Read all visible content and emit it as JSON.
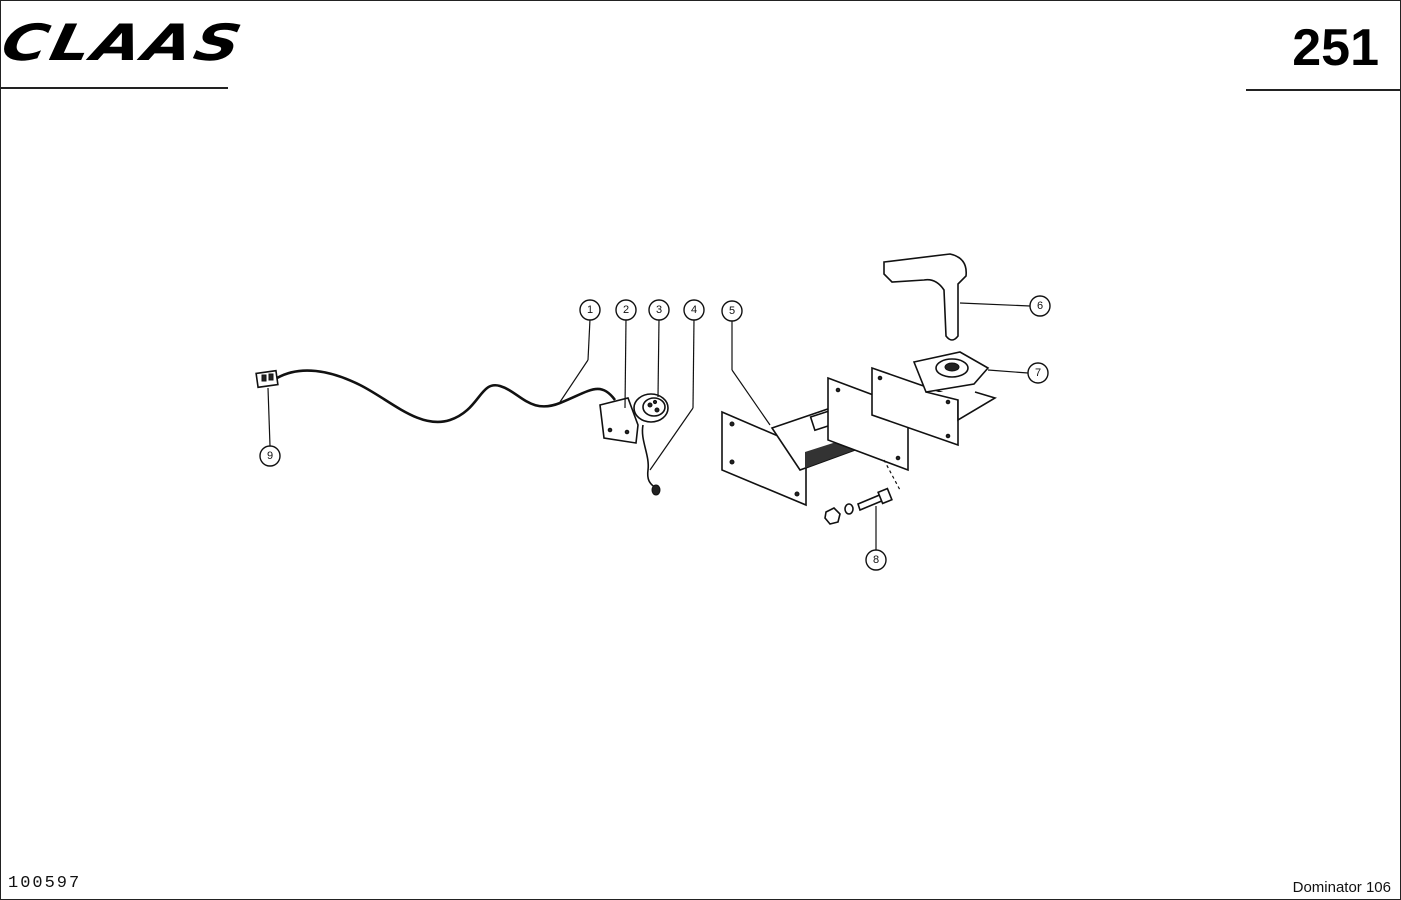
{
  "header": {
    "brand": "CLAAS",
    "page_number": "251"
  },
  "footer": {
    "document_code": "100597",
    "model": "Dominator 106"
  },
  "callouts": [
    {
      "id": "callout-1",
      "label": "1"
    },
    {
      "id": "callout-2",
      "label": "2"
    },
    {
      "id": "callout-3",
      "label": "3"
    },
    {
      "id": "callout-4",
      "label": "4"
    },
    {
      "id": "callout-5",
      "label": "5"
    },
    {
      "id": "callout-6",
      "label": "6"
    },
    {
      "id": "callout-7",
      "label": "7"
    },
    {
      "id": "callout-8",
      "label": "8"
    },
    {
      "id": "callout-9",
      "label": "9"
    }
  ]
}
